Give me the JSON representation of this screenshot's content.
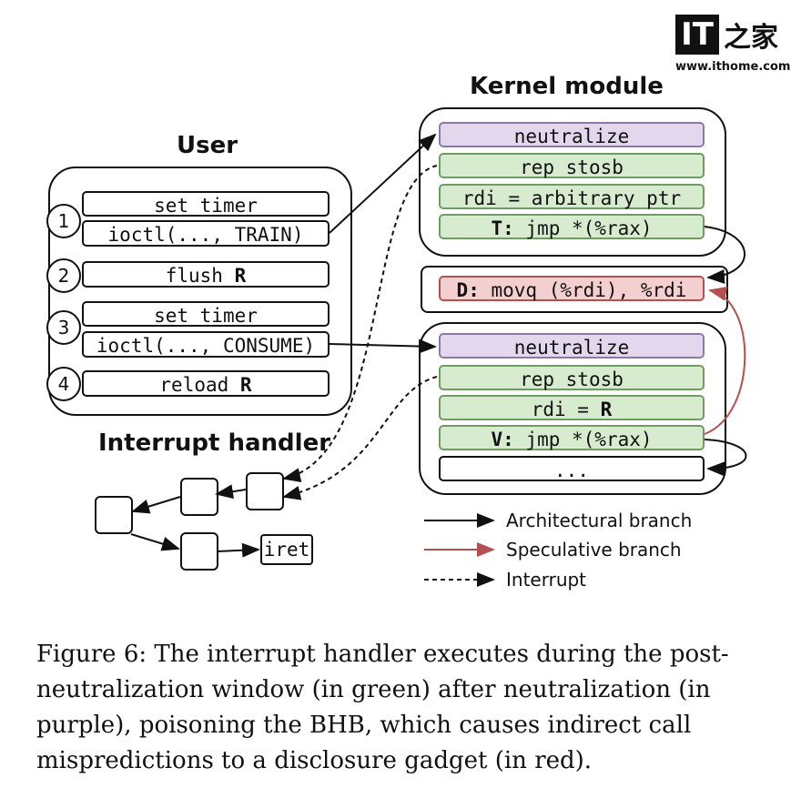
{
  "logo": {
    "mark": "IT",
    "chinese": "之家",
    "url": "www.ithome.com"
  },
  "titles": {
    "kernel_module": "Kernel module",
    "user": "User",
    "interrupt_handler": "Interrupt handler"
  },
  "user_steps": [
    {
      "number": "1",
      "lines": [
        "set timer",
        "ioctl(..., TRAIN)"
      ]
    },
    {
      "number": "2",
      "lines": [
        "flush R"
      ]
    },
    {
      "number": "3",
      "lines": [
        "set timer",
        "ioctl(..., CONSUME)"
      ]
    },
    {
      "number": "4",
      "lines": [
        "reload R"
      ]
    }
  ],
  "kernel_upper": {
    "neutralize": "neutralize",
    "rep_stosb": "rep stosb",
    "rdi_assign": "rdi = arbitrary ptr",
    "jump_label": "T:",
    "jump_code": "jmp *(%rax)"
  },
  "disclosure": {
    "label": "D:",
    "code": "movq (%rdi), %rdi"
  },
  "kernel_lower": {
    "neutralize": "neutralize",
    "rep_stosb": "rep stosb",
    "rdi_assign_prefix": "rdi = ",
    "rdi_assign_reg": "R",
    "jump_label": "V:",
    "jump_code": "jmp *(%rax)",
    "ellipsis": "..."
  },
  "interrupt_handler": {
    "final_instr": "iret"
  },
  "legend": {
    "architectural": "Architectural branch",
    "speculative": "Speculative branch",
    "interrupt": "Interrupt"
  },
  "colors": {
    "neutralize": "#e3d7ee",
    "window": "#d7ebcf",
    "disclosure": "#f3cfcf",
    "speculative_arrow": "#b55050"
  },
  "caption": "Figure 6: The interrupt handler executes during the post-neutralization window (in green) after neutralization (in purple), poisoning the BHB, which causes indirect call mispredictions to a disclosure gadget (in red)."
}
